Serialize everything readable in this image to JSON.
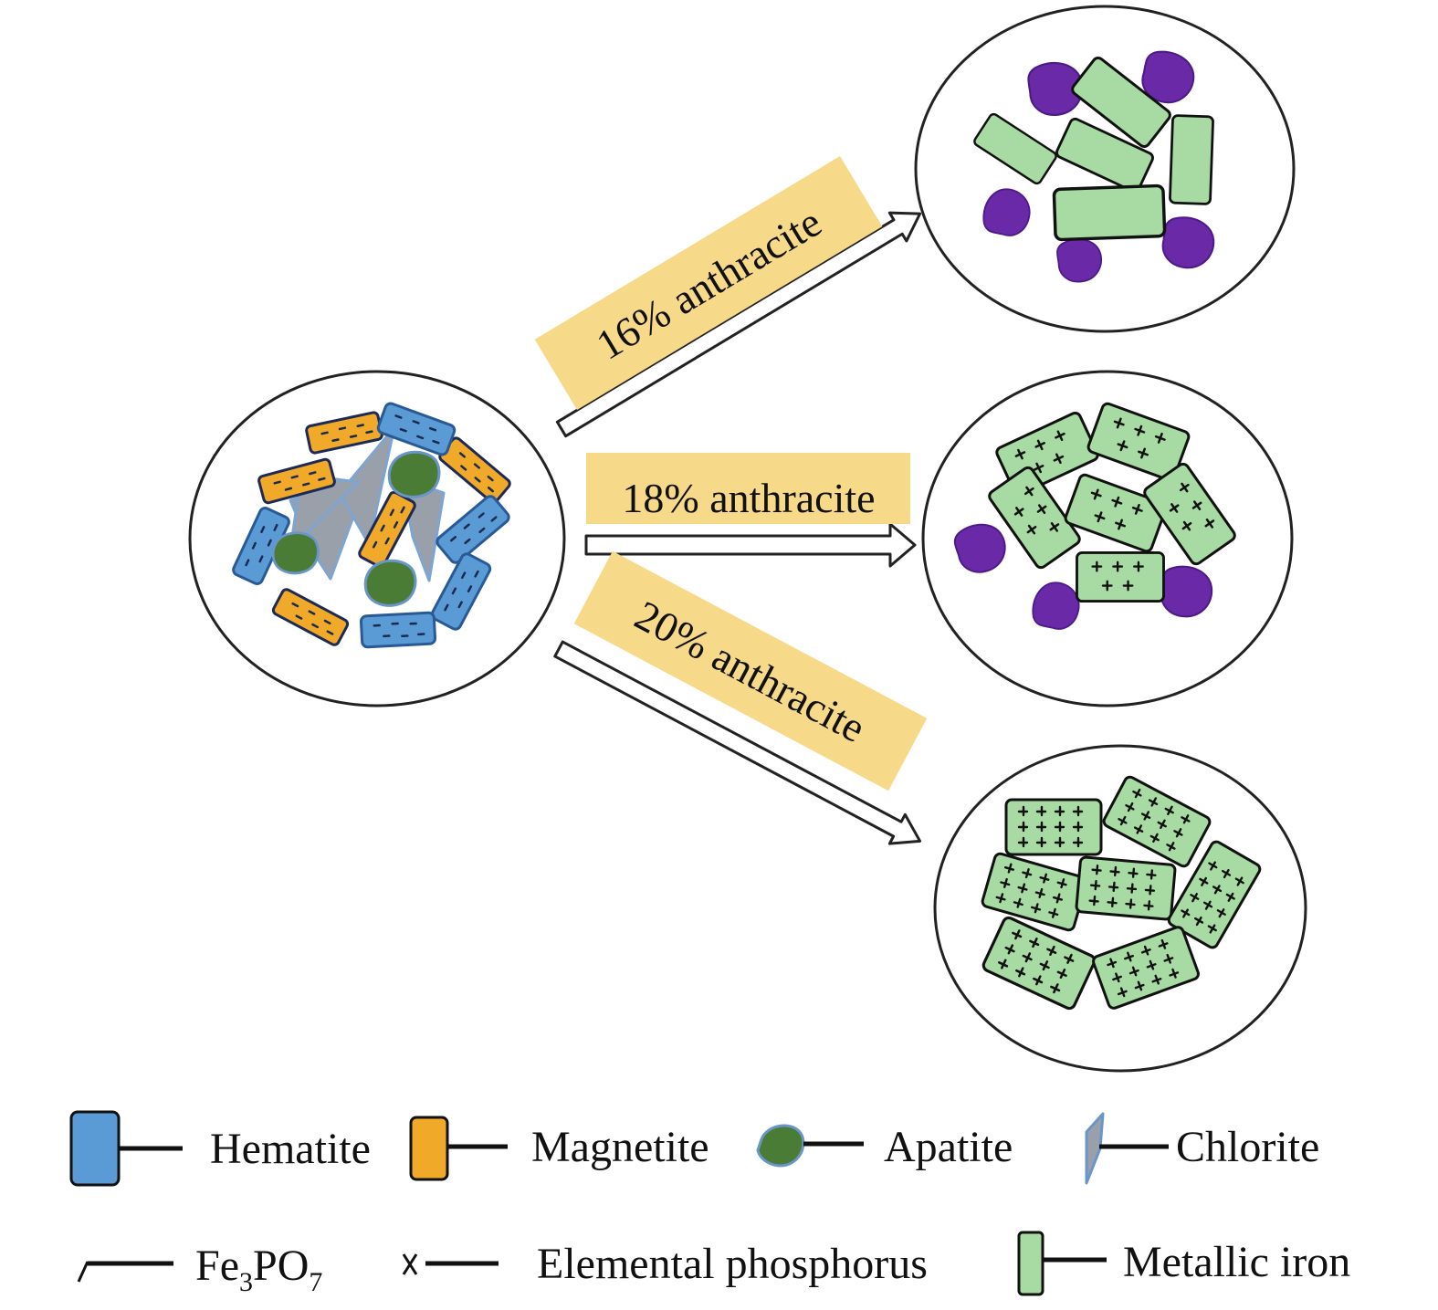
{
  "arrows": [
    {
      "label": "16% anthracite"
    },
    {
      "label": "18% anthracite"
    },
    {
      "label": "20% anthracite"
    }
  ],
  "legend": {
    "hematite": "Hematite",
    "magnetite": "Magnetite",
    "apatite": "Apatite",
    "chlorite": "Chlorite",
    "fe3po7_base": "Fe",
    "fe3po7_sub1": "3",
    "fe3po7_mid": "PO",
    "fe3po7_sub2": "7",
    "elemental_p": "Elemental phosphorus",
    "metallic_iron": "Metallic iron"
  },
  "colors": {
    "hematite": "#5b9bd5",
    "magnetite": "#f0a928",
    "apatite": "#4a7c35",
    "chlorite": "#9aa0aa",
    "metallic_iron": "#a8dba3",
    "elemental_p": "#6a2aa8",
    "label_bg": "#f7d98a"
  }
}
